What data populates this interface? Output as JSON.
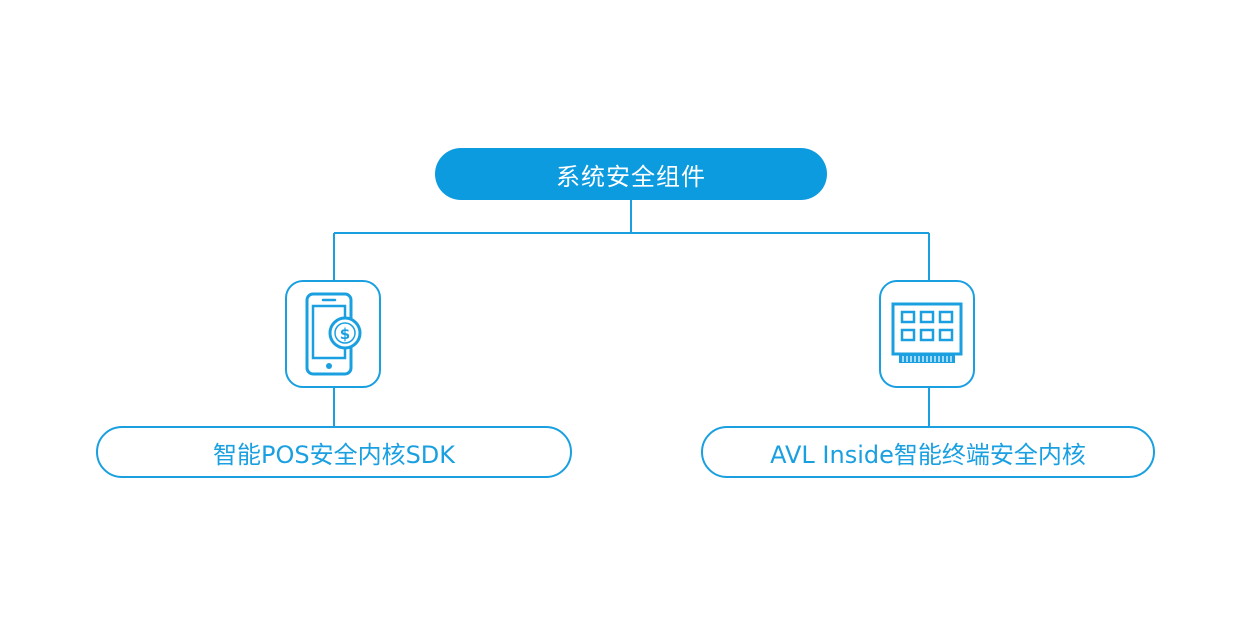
{
  "root": {
    "label": "系统安全组件"
  },
  "left": {
    "label": "智能POS安全内核SDK",
    "icon": "pos-phone-dollar-icon"
  },
  "right": {
    "label": "AVL Inside智能终端安全内核",
    "icon": "chip-module-icon"
  },
  "colors": {
    "accent": "#0d9be0",
    "line": "#1aa0e0",
    "background": "#ffffff"
  }
}
